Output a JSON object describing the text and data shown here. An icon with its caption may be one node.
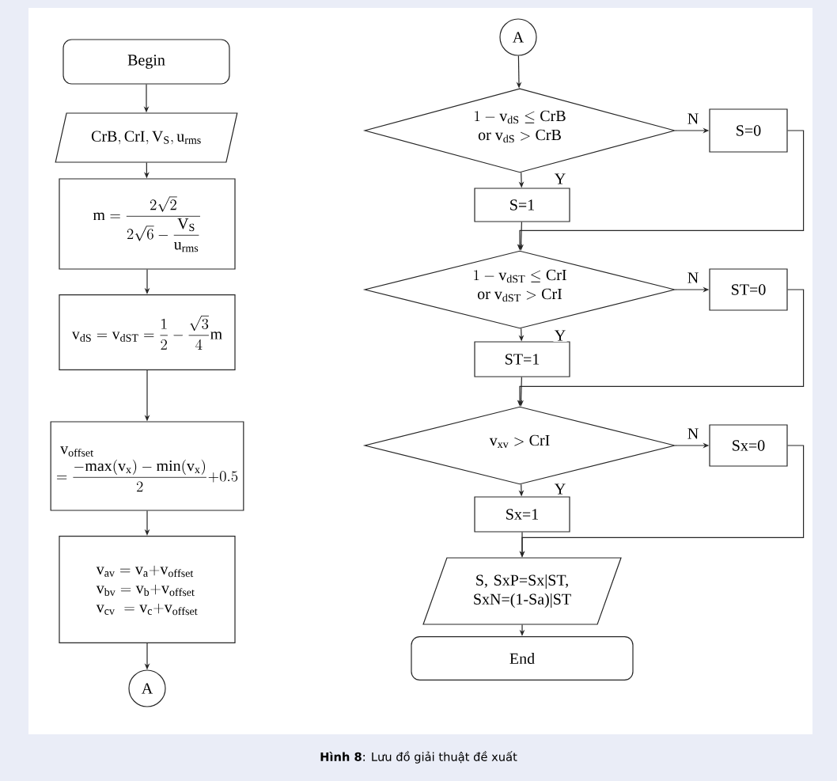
{
  "diagram": {
    "caption": "**Hình 8**: Lưu đồ giải thuật đề xuất",
    "nodes": [
      {
        "text": [
          "Begin"
        ]
      },
      {
        "text": [
          "\\mathrm{CrB,CrI,V_S,u_{rms}}"
        ]
      },
      {
        "text": [
          "\\mathrm{m}=\\dfrac{2\\sqrt{2}}{2\\sqrt{6}-\\dfrac{\\mathrm{V_S}}{\\mathrm{u_{rms}}}}"
        ]
      },
      {
        "text": [
          "\\mathrm{v_{dS}}=\\mathrm{v_{dST}}=\\dfrac{1}{2}-\\dfrac{\\sqrt{3}}{4}\\mathrm{m}"
        ]
      },
      {
        "text": [
          "\\begin{array}{l}\\;\\mathrm{v_{offset}}\\\\ =\\dfrac{-\\mathrm{max}(\\mathrm{v_x})-\\mathrm{min}(\\mathrm{v_x})}{2}{+}0.5\\end{array}"
        ]
      },
      {
        "text": [
          "\\begin{array}{l}\\mathrm{v_{av}}=\\mathrm{v_a}{+}\\mathrm{v_{offset}}\\\\ \\mathrm{v_{bv}}=\\mathrm{v_b}{+}\\mathrm{v_{offset}}\\\\ \\mathrm{v_{cv}}\\;=\\mathrm{v_c}{+}\\mathrm{v_{offset}}\\end{array}"
        ]
      },
      {
        "text": [
          "A"
        ]
      },
      {
        "text": [
          "A"
        ]
      },
      {
        "text": [
          "\\begin{array}{c}1-\\mathrm{v_{dS}}\\le\\mathrm{CrB}\\\\ \\mathrm{or}\\ \\mathrm{v_{dS}}>\\mathrm{CrB}\\end{array}"
        ]
      },
      {
        "text": [
          "S=0"
        ]
      },
      {
        "text": [
          "S=1"
        ]
      },
      {
        "text": [
          "\\begin{array}{c}1-\\mathrm{v_{dST}}\\le\\mathrm{CrI}\\\\ \\mathrm{or}\\ \\mathrm{v_{dST}}>\\mathrm{CrI}\\end{array}"
        ]
      },
      {
        "text": [
          "ST=0"
        ]
      },
      {
        "text": [
          "ST=1"
        ]
      },
      {
        "text": [
          "\\mathrm{v_{xv}}>\\mathrm{CrI}"
        ]
      },
      {
        "text": [
          "Sx=0"
        ]
      },
      {
        "text": [
          "Sx=1"
        ]
      },
      {
        "text": [
          "S, SxP=Sx|ST, SxN=(1-Sa)|ST"
        ]
      },
      {
        "text": [
          "End"
        ]
      }
    ],
    "edges": [
      {
        "from": 0,
        "to": 1,
        "arrow": "to"
      },
      {
        "from": 1,
        "to": 2,
        "arrow": "to"
      },
      {
        "from": 2,
        "to": 3,
        "arrow": "to"
      },
      {
        "from": 3,
        "to": 4,
        "arrow": "to"
      },
      {
        "from": 4,
        "to": 5,
        "arrow": "to"
      },
      {
        "from": 5,
        "to": 6,
        "arrow": "to"
      },
      {
        "from": 7,
        "to": 8,
        "arrow": "to"
      },
      {
        "from": 8,
        "to": 9,
        "arrow": "to",
        "label": "N"
      },
      {
        "from": 8,
        "to": 10,
        "arrow": "to",
        "label": "Y"
      },
      {
        "from": 9,
        "to": 11,
        "arrow": "to"
      },
      {
        "from": 10,
        "to": 11,
        "arrow": "to"
      },
      {
        "from": 11,
        "to": 12,
        "arrow": "to",
        "label": "N"
      },
      {
        "from": 11,
        "to": 13,
        "arrow": "to",
        "label": "Y"
      },
      {
        "from": 12,
        "to": 14,
        "arrow": "to"
      },
      {
        "from": 13,
        "to": 14,
        "arrow": "to"
      },
      {
        "from": 14,
        "to": 15,
        "arrow": "to",
        "label": "N"
      },
      {
        "from": 14,
        "to": 16,
        "arrow": "to",
        "label": "Y"
      },
      {
        "from": 15,
        "to": 17,
        "arrow": "to"
      },
      {
        "from": 16,
        "to": 17,
        "arrow": "to"
      },
      {
        "from": 17,
        "to": 18,
        "arrow": "to"
      }
    ]
  }
}
